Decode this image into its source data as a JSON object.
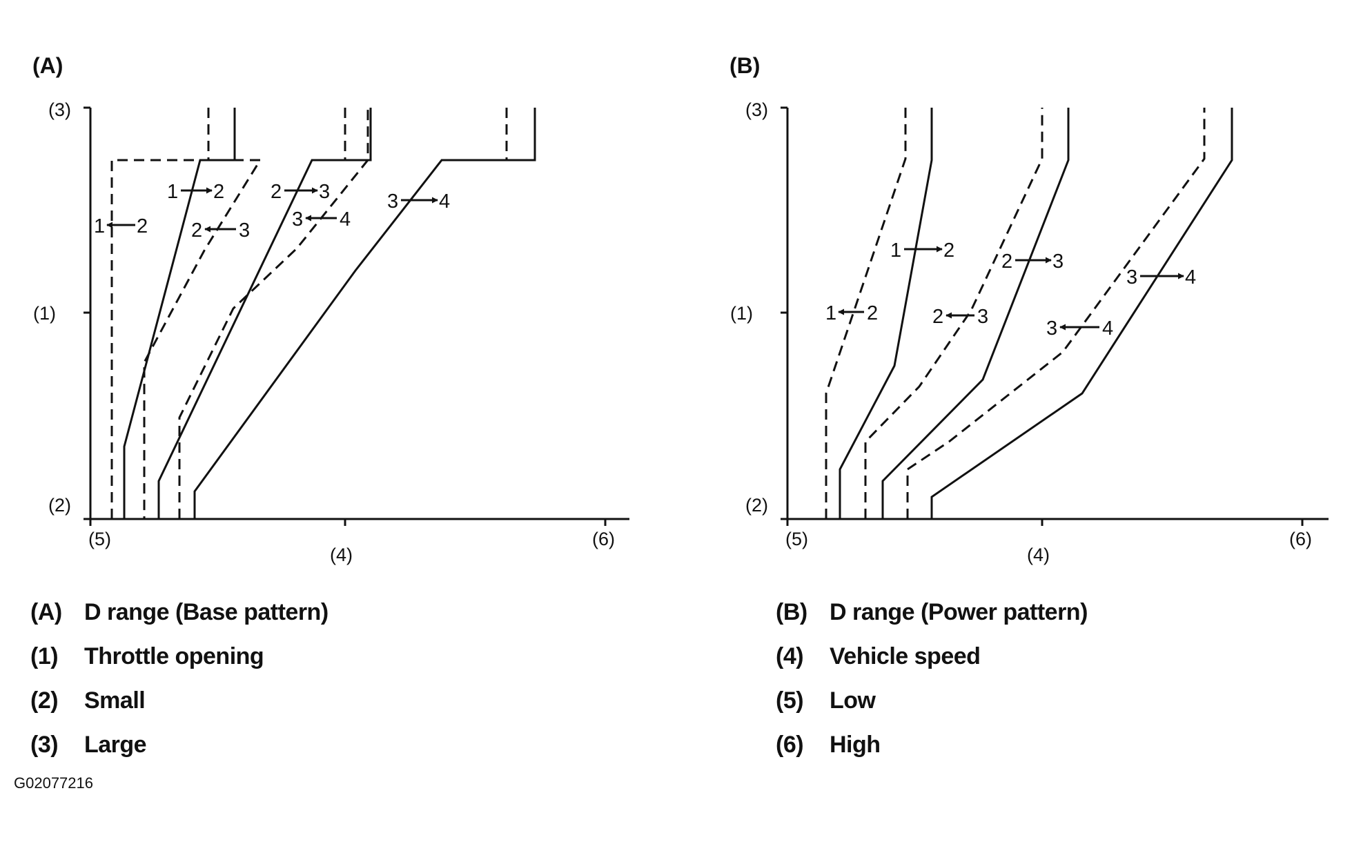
{
  "panels": [
    {
      "id": "A",
      "title": "(A)",
      "y_labels": [
        "(3)",
        "(1)",
        "(2)"
      ],
      "x_labels": [
        "(5)",
        "(4)",
        "(6)"
      ],
      "shift_labels": [
        {
          "from": "1",
          "to": "2",
          "direction": "up"
        },
        {
          "from": "1",
          "to": "2",
          "direction": "down"
        },
        {
          "from": "2",
          "to": "3",
          "direction": "up"
        },
        {
          "from": "2",
          "to": "3",
          "direction": "down"
        },
        {
          "from": "3",
          "to": "4",
          "direction": "up"
        },
        {
          "from": "3",
          "to": "4",
          "direction": "down"
        }
      ]
    },
    {
      "id": "B",
      "title": "(B)",
      "y_labels": [
        "(3)",
        "(1)",
        "(2)"
      ],
      "x_labels": [
        "(5)",
        "(4)",
        "(6)"
      ],
      "shift_labels": [
        {
          "from": "1",
          "to": "2",
          "direction": "up"
        },
        {
          "from": "1",
          "to": "2",
          "direction": "down"
        },
        {
          "from": "2",
          "to": "3",
          "direction": "up"
        },
        {
          "from": "2",
          "to": "3",
          "direction": "down"
        },
        {
          "from": "3",
          "to": "4",
          "direction": "up"
        },
        {
          "from": "3",
          "to": "4",
          "direction": "down"
        }
      ]
    }
  ],
  "legend": [
    {
      "key": "(A)",
      "text": "D range (Base pattern)"
    },
    {
      "key": "(1)",
      "text": "Throttle opening"
    },
    {
      "key": "(2)",
      "text": "Small"
    },
    {
      "key": "(3)",
      "text": "Large"
    },
    {
      "key": "(B)",
      "text": "D range (Power pattern)"
    },
    {
      "key": "(4)",
      "text": "Vehicle speed"
    },
    {
      "key": "(5)",
      "text": "Low"
    },
    {
      "key": "(6)",
      "text": "High"
    }
  ],
  "figure_code": "G02077216"
}
